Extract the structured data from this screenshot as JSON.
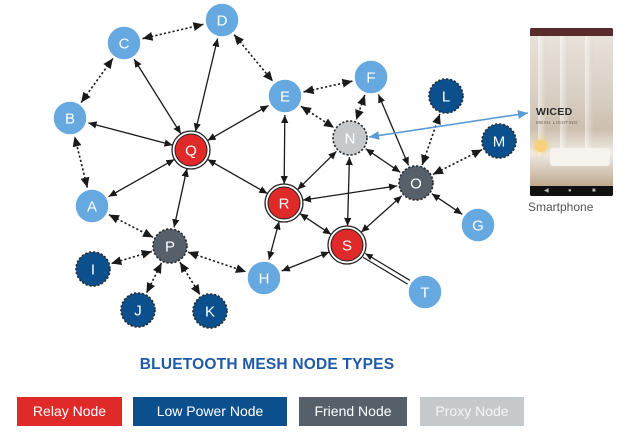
{
  "colors": {
    "relay": "#e02a2a",
    "low_power": "#0b4f8c",
    "friend": "#55606b",
    "proxy": "#c6c9cc",
    "node": "#66a8e0",
    "title": "#1f5aa8",
    "edge": "#1a1a1a",
    "phone_link": "#5b9bd5"
  },
  "nodes": {
    "A": "A",
    "B": "B",
    "C": "C",
    "D": "D",
    "E": "E",
    "F": "F",
    "G": "G",
    "H": "H",
    "I": "I",
    "J": "J",
    "K": "K",
    "L": "L",
    "M": "M",
    "N": "N",
    "O": "O",
    "P": "P",
    "Q": "Q",
    "R": "R",
    "S": "S",
    "T": "T"
  },
  "phone": {
    "app_name": "WICED",
    "app_subtitle": "MESH LIGHTING",
    "caption": "Smartphone",
    "nav_icons": [
      "back-icon",
      "home-icon",
      "recent-apps-icon"
    ]
  },
  "title": "BLUETOOTH MESH NODE TYPES",
  "legend": [
    {
      "label": "Relay Node",
      "color": "#e02a2a",
      "text_color": "#ffffff"
    },
    {
      "label": "Low Power Node",
      "color": "#0b4f8c",
      "text_color": "#ffffff"
    },
    {
      "label": "Friend Node",
      "color": "#55606b",
      "text_color": "#ffffff"
    },
    {
      "label": "Proxy Node",
      "color": "#c6c9cc",
      "text_color": "#f5f5f5"
    }
  ]
}
